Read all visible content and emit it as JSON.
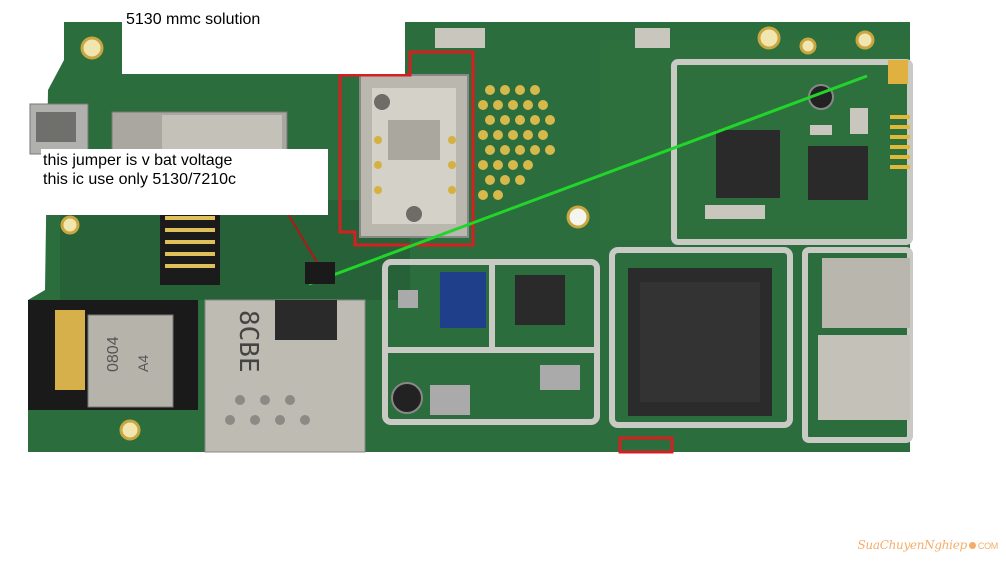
{
  "title": "5130 mmc solution",
  "note": {
    "line1": "this jumper is v bat voltage",
    "line2": "this ic use only 5130/7210c"
  },
  "watermark": {
    "name": "SuaChuyenNghiep",
    "suffix": "COM"
  },
  "component_markings": {
    "slot_label": "8CBE",
    "jack_label": "0804",
    "jack_sub": "A4"
  },
  "colors": {
    "pcb": "#2a6b3c",
    "highlight_box": "#d42020",
    "pointer_line": "#22d52a",
    "arrow": "#b01818"
  }
}
